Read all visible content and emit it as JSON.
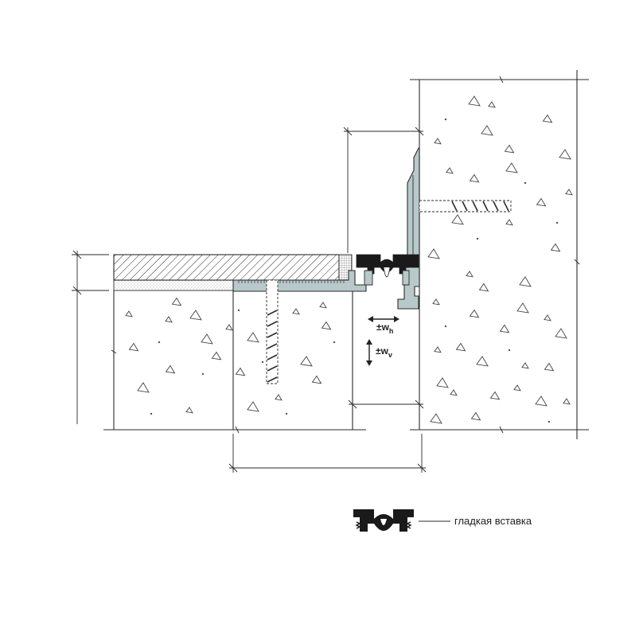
{
  "annotations": {
    "horizontal_movement": {
      "symbol": "±w",
      "subscript": "h"
    },
    "vertical_movement": {
      "symbol": "±w",
      "subscript": "v"
    }
  },
  "legend": {
    "caption": "гладкая вставка"
  },
  "colors": {
    "profile_fill": "#b9c9ca",
    "insert_fill": "#1a1a1a",
    "line": "#2a2a2a",
    "stipple": "#8a8a8a"
  }
}
